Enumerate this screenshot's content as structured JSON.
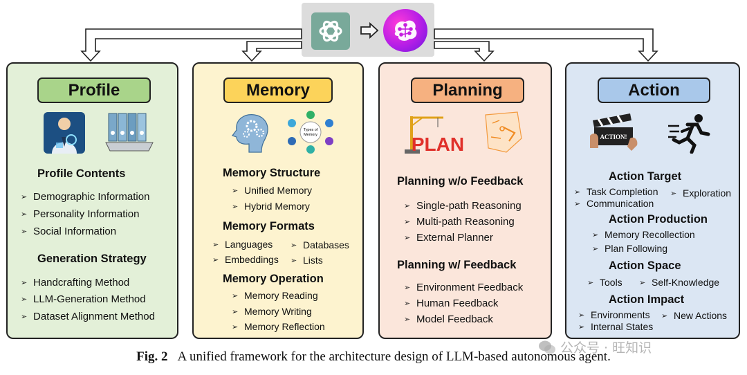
{
  "profile": {
    "title": "Profile",
    "contents_heading": "Profile Contents",
    "contents": [
      "Demographic Information",
      "Personality Information",
      "Social Information"
    ],
    "strategy_heading": "Generation Strategy",
    "strategy": [
      "Handcrafting Method",
      "LLM-Generation Method",
      "Dataset Alignment Method"
    ]
  },
  "memory": {
    "title": "Memory",
    "structure_heading": "Memory Structure",
    "structure": [
      "Unified Memory",
      "Hybrid Memory"
    ],
    "formats_heading": "Memory Formats",
    "formats": [
      "Languages",
      "Databases",
      "Embeddings",
      "Lists"
    ],
    "operation_heading": "Memory Operation",
    "operation": [
      "Memory Reading",
      "Memory Writing",
      "Memory Reflection"
    ],
    "diagram_label": "Types of Memory"
  },
  "planning": {
    "title": "Planning",
    "wo_heading": "Planning w/o Feedback",
    "wo": [
      "Single-path Reasoning",
      "Multi-path Reasoning",
      "External Planner"
    ],
    "w_heading": "Planning w/ Feedback",
    "w": [
      "Environment Feedback",
      "Human Feedback",
      "Model Feedback"
    ],
    "plan_word": "PLAN"
  },
  "action": {
    "title": "Action",
    "target_heading": "Action Target",
    "target": [
      "Task Completion",
      "Exploration",
      "Communication"
    ],
    "production_heading": "Action Production",
    "production": [
      "Memory Recollection",
      "Plan Following"
    ],
    "space_heading": "Action Space",
    "space": [
      "Tools",
      "Self-Knowledge"
    ],
    "impact_heading": "Action Impact",
    "impact": [
      "Environments",
      "New Actions",
      "Internal States"
    ],
    "clapper_text": "ACTION!"
  },
  "caption": {
    "label": "Fig. 2",
    "text": "A unified framework for the architecture design of LLM-based autonomous agent."
  },
  "watermark": "公众号 · 旺知识",
  "colors": {
    "profile_bg": "#e3f0d8",
    "profile_tag": "#a9d48a",
    "memory_bg": "#fdf3cf",
    "memory_tag": "#fcd35a",
    "planning_bg": "#fbe6db",
    "planning_tag": "#f6b180",
    "action_bg": "#dbe6f3",
    "action_tag": "#a9c8ea"
  },
  "icons": [
    "chatgpt-logo-icon",
    "flow-arrow-icon",
    "brain-network-icon",
    "doctor-scan-icon",
    "binders-laptop-icon",
    "human-head-gears-icon",
    "memory-types-diagram-icon",
    "crane-plan-icon",
    "paper-plan-icon",
    "clapperboard-icon",
    "running-person-icon",
    "wechat-icon"
  ]
}
